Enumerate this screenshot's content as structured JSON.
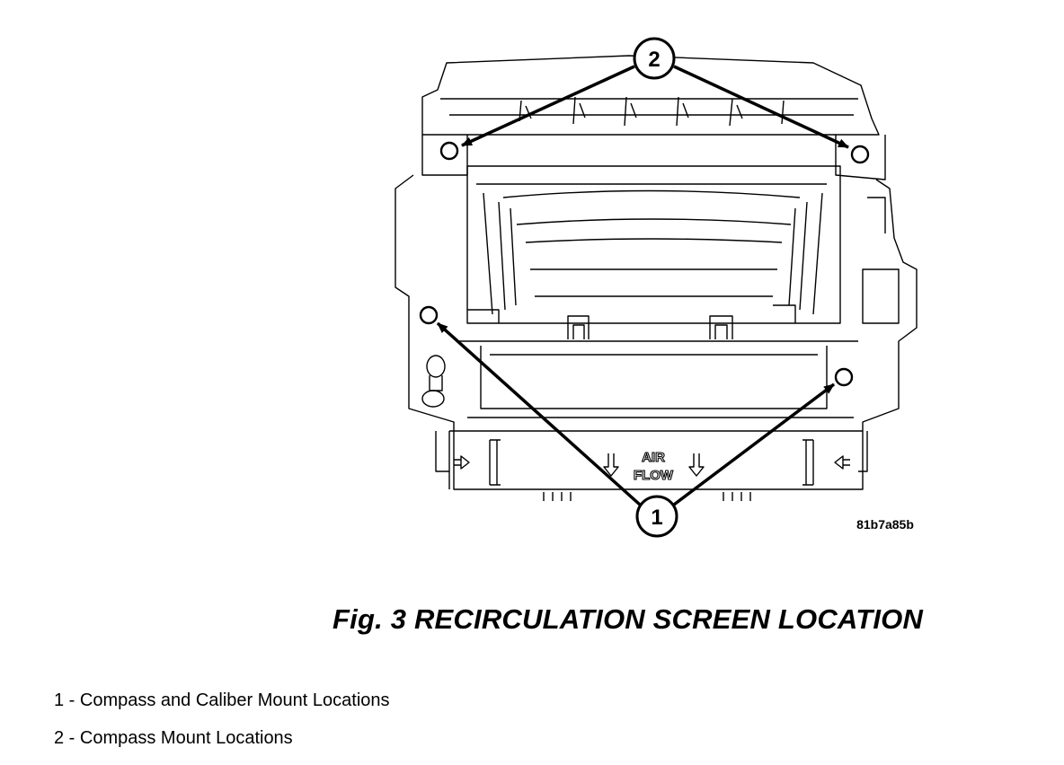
{
  "figure": {
    "image_code": "81b7a85b",
    "callouts": [
      "1",
      "2"
    ],
    "airflow_label": [
      "AIR",
      "FLOW"
    ]
  },
  "caption": "Fig. 3 RECIRCULATION SCREEN LOCATION",
  "legend": [
    {
      "text": "1 - Compass and Caliber Mount Locations"
    },
    {
      "text": "2 - Compass Mount Locations"
    }
  ]
}
